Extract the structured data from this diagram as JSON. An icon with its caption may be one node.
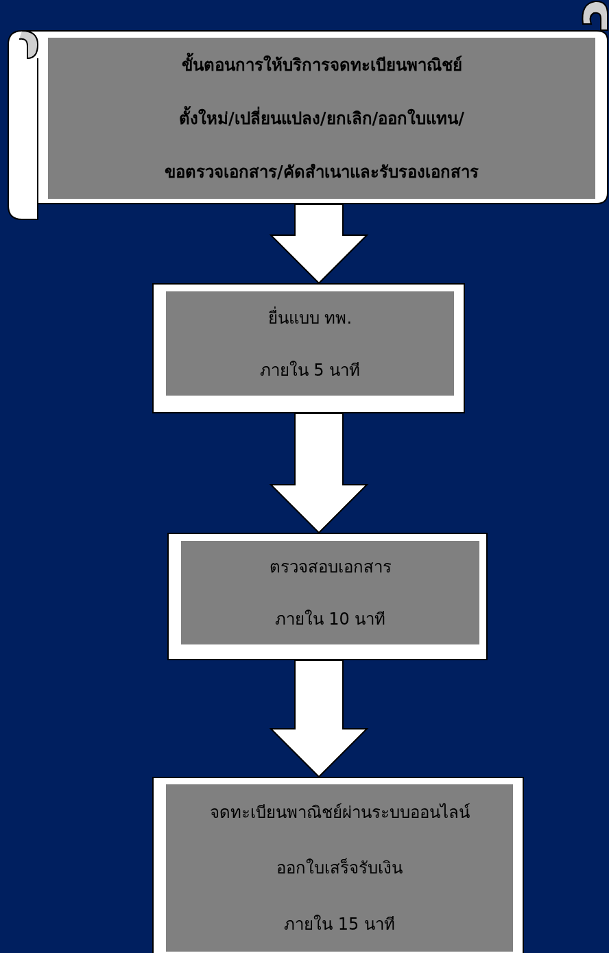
{
  "diagram": {
    "nodes": [
      {
        "text": [
          "ขั้นตอนการให้บริการจดทะเบียนพาณิชย์",
          "ตั้งใหม่/เปลี่ยนแปลง/ยกเลิก/ออกใบแทน/",
          "ขอตรวจเอกสาร/คัดสำเนาและรับรองเอกสาร"
        ]
      },
      {
        "text": [
          "ยื่นแบบ ทพ.",
          "ภายใน 5 นาที"
        ]
      },
      {
        "text": [
          "ตรวจสอบเอกสาร",
          "ภายใน 10 นาที"
        ]
      },
      {
        "text": [
          "จดทะเบียนพาณิชย์ผ่านระบบออนไลน์",
          "ออกใบเสร็จรับเงิน",
          "ภายใน 15 นาที"
        ]
      }
    ],
    "edges": [
      {
        "from": 0,
        "to": 1,
        "arrow": "to"
      },
      {
        "from": 1,
        "to": 2,
        "arrow": "to"
      },
      {
        "from": 2,
        "to": 3,
        "arrow": "to"
      }
    ]
  }
}
